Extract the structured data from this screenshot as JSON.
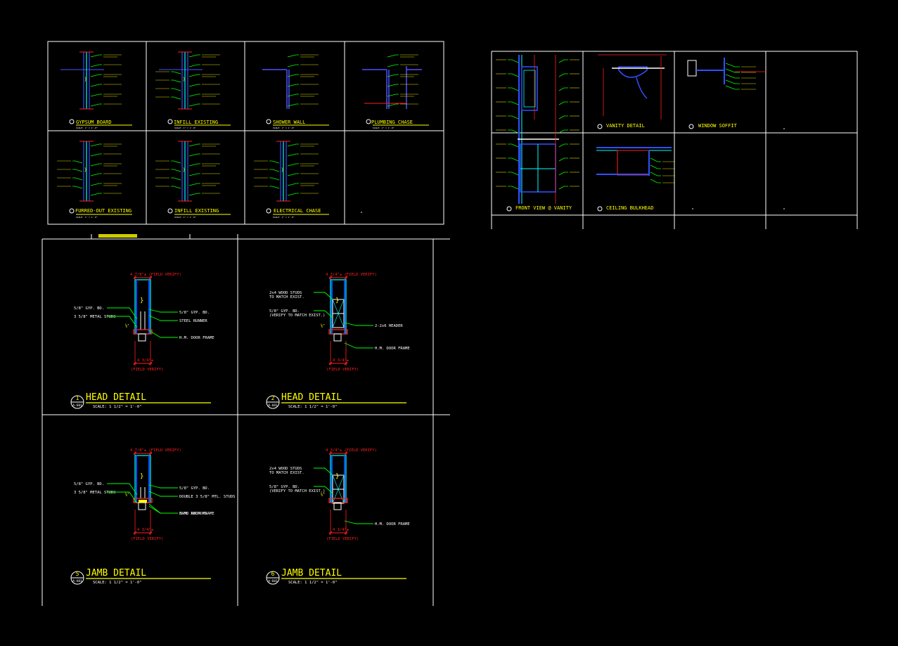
{
  "sheet_a": {
    "titles": [
      "GYPSUM BOARD",
      "INFILL EXISTING",
      "SHOWER WALL",
      "PLUMBING CHASE",
      "FURRED-OUT EXISTING",
      "INFILL EXISTING",
      "ELECTRICAL CHASE"
    ]
  },
  "sheet_b": {
    "titles": [
      "VANITY DETAIL",
      "WINDOW SOFFIT",
      "FRONT VIEW @ VANITY",
      "CEILING BULKHEAD"
    ]
  },
  "sheet_c": {
    "details": [
      {
        "number": "1",
        "sheet": "A-601",
        "title": "HEAD DETAIL",
        "scale": "SCALE: 1 1/2\" = 1'-0\"",
        "top_dim": "4 7/8\"± (FIELD VERIFY)",
        "bottom_dim": "4 3/4\"±",
        "bottom_note": "(FIELD VERIFY)",
        "left_notes": [
          "5/8\" GYP. BD.",
          "3 5/8\" METAL STUDS"
        ],
        "right_notes": [
          "5/8\" GYP. BD.",
          "STEEL RUNNER",
          "H.M. DOOR FRAME"
        ]
      },
      {
        "number": "2",
        "sheet": "A-601",
        "title": "HEAD DETAIL",
        "scale": "SCALE: 1 1/2\" = 1'-0\"",
        "top_dim": "4 3/4\"± (FIELD VERIFY)",
        "bottom_dim": "4 3/4\"±",
        "bottom_note": "(FIELD VERIFY)",
        "left_notes": [
          "2x4 WOOD STUDS TO MATCH EXIST.",
          "5/8\" GYP. BD. (VERIFY TO MATCH EXIST.)"
        ],
        "right_notes": [
          "2-2x6 HEADER",
          "H.M. DOOR FRAME"
        ]
      },
      {
        "number": "5",
        "sheet": "A-601",
        "title": "JAMB DETAIL",
        "scale": "SCALE: 1 1/2\" = 1'-0\"",
        "top_dim": "4 7/8\"± (FIELD VERIFY)",
        "bottom_dim": "4 3/4\"±",
        "bottom_note": "(FIELD VERIFY)",
        "left_notes": [
          "5/8\" GYP. BD.",
          "3 5/8\" METAL STUDS"
        ],
        "right_notes": [
          "5/8\" GYP. BD.",
          "DOUBLE 3 5/8\" MTL. STUDS",
          "H.M. DOOR FRAME",
          "JAMB ANCHORS"
        ]
      },
      {
        "number": "6",
        "sheet": "A-601",
        "title": "JAMB DETAIL",
        "scale": "SCALE: 1 1/2\" = 1'-0\"",
        "top_dim": "4 3/4\"± (FIELD VERIFY)",
        "bottom_dim": "4 3/4\"±",
        "bottom_note": "(FIELD VERIFY)",
        "left_notes": [
          "2x4 WOOD STUDS TO MATCH EXIST.",
          "5/8\" GYP. BD. (VERIFY TO MATCH EXIST.)"
        ],
        "right_notes": [
          "H.M. DOOR FRAME"
        ]
      }
    ]
  },
  "colors": {
    "background": "#000000",
    "frame": "#ffffff",
    "title": "#ffff00",
    "leader": "#00ff00",
    "dimension": "#ff2020",
    "wall": "#0050ff",
    "insulation": "#00ffff"
  }
}
